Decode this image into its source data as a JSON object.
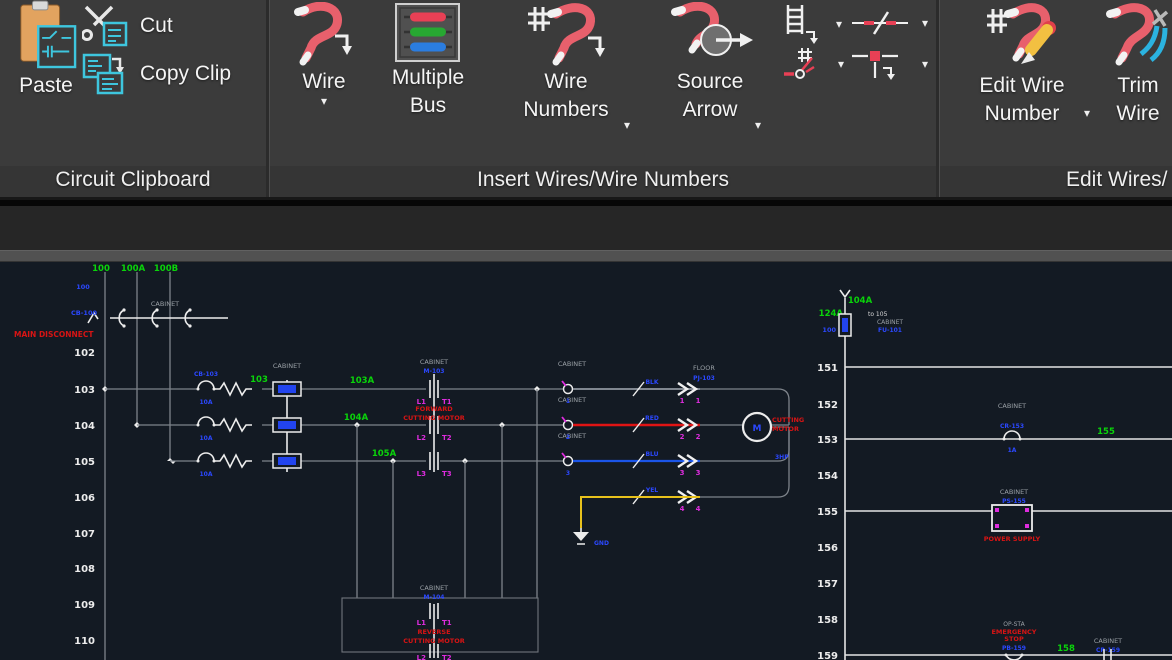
{
  "ribbon": {
    "panel_clipboard": {
      "title": "Circuit Clipboard",
      "paste": "Paste",
      "cut": "Cut",
      "copy_clip": "Copy Clip"
    },
    "panel_insert": {
      "title": "Insert Wires/Wire Numbers",
      "wire": "Wire",
      "multiple_bus_1": "Multiple",
      "multiple_bus_2": "Bus",
      "wire_numbers_1": "Wire",
      "wire_numbers_2": "Numbers",
      "source_arrow_1": "Source",
      "source_arrow_2": "Arrow"
    },
    "panel_edit": {
      "title": "Edit Wires/",
      "edit_wire_number_1": "Edit Wire",
      "edit_wire_number_2": "Number",
      "trim_wire_1": "Trim",
      "trim_wire_2": "Wire"
    }
  },
  "drawing": {
    "left_rungs": [
      "102",
      "103",
      "104",
      "105",
      "106",
      "107",
      "108",
      "109",
      "110"
    ],
    "right_rungs": [
      "151",
      "152",
      "153",
      "154",
      "155",
      "156",
      "157",
      "158",
      "159"
    ],
    "bus_labels": [
      "100",
      "100A",
      "100B"
    ],
    "wire_numbers": {
      "n103": "103",
      "n103a": "103A",
      "n104a": "104A",
      "n105a": "105A",
      "n155": "155",
      "n158": "158",
      "src_top": "104A",
      "src_left": "124A"
    },
    "location_labels": {
      "cabinet": "CABINET",
      "floor": "FLOOR",
      "op_sta": "OP-STA",
      "to_105": "to 105"
    },
    "red_labels": {
      "main_disconnect": "MAIN DISCONNECT",
      "forward_1": "FORWARD",
      "forward_2": "CUTTING MOTOR",
      "reverse_1": "REVERSE",
      "reverse_2": "CUTTING MOTOR",
      "motor_1": "CUTTING",
      "motor_2": "MOTOR",
      "power_supply": "POWER SUPPLY",
      "estop_1": "EMERGENCY",
      "estop_2": "STOP"
    },
    "blue_labels": {
      "b100": "100",
      "cb100": "CB-100",
      "cb103": "CB-103",
      "amp": "10A",
      "m103": "M-103",
      "m104": "M-104",
      "motor_m": "M",
      "hp": "3HP",
      "gnd": "GND",
      "blk": "BLK",
      "red": "RED",
      "blu": "BLU",
      "yel": "YEL",
      "fu151": "FU-101",
      "t1": "1",
      "t2": "2",
      "t3": "3",
      "cr153": "CR-153",
      "cr153_sub": "1A",
      "ps155": "PS-155",
      "pb159": "PB-159",
      "cr159": "CR-159",
      "pj103": "PJ-103"
    },
    "magenta_labels": {
      "l1": "L1",
      "t1": "T1",
      "l2": "L2",
      "t2": "T2",
      "l3": "L3",
      "t3": "T3",
      "c1": "1",
      "c2": "2",
      "c3": "3",
      "c4": "4"
    }
  },
  "colors": {
    "ribbon_bg": "#3b3b3b",
    "canvas_bg": "#131a23",
    "wire_accent": "#e8606c",
    "bus_red": "#e84055",
    "bus_green": "#27a832",
    "bus_blue": "#2b7de0",
    "schematic_green": "#0ad40a",
    "tag_blue": "#2b48ff",
    "alert_red": "#d81414",
    "magenta": "#de2cde",
    "yellow_wire": "#e8c21c",
    "red_wire": "#e01414",
    "blue_wire": "#1b55e8"
  }
}
